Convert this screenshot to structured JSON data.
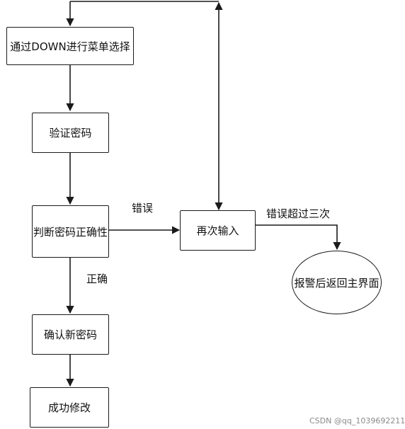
{
  "nodes": {
    "menu_select": "通过DOWN进行菜单选择",
    "verify_password": "验证密码",
    "check_correctness": "判断密码正确性",
    "re_enter": "再次输入",
    "alarm_return": "报警后返回主界面",
    "confirm_new_password": "确认新密码",
    "modify_success": "成功修改"
  },
  "edge_labels": {
    "wrong": "错误",
    "correct": "正确",
    "wrong_three_times": "错误超过三次"
  },
  "watermark": "CSDN @qq_1039692211",
  "colors": {
    "line": "#1a1a1a",
    "text": "#111111",
    "watermark": "#8a8a8a"
  }
}
